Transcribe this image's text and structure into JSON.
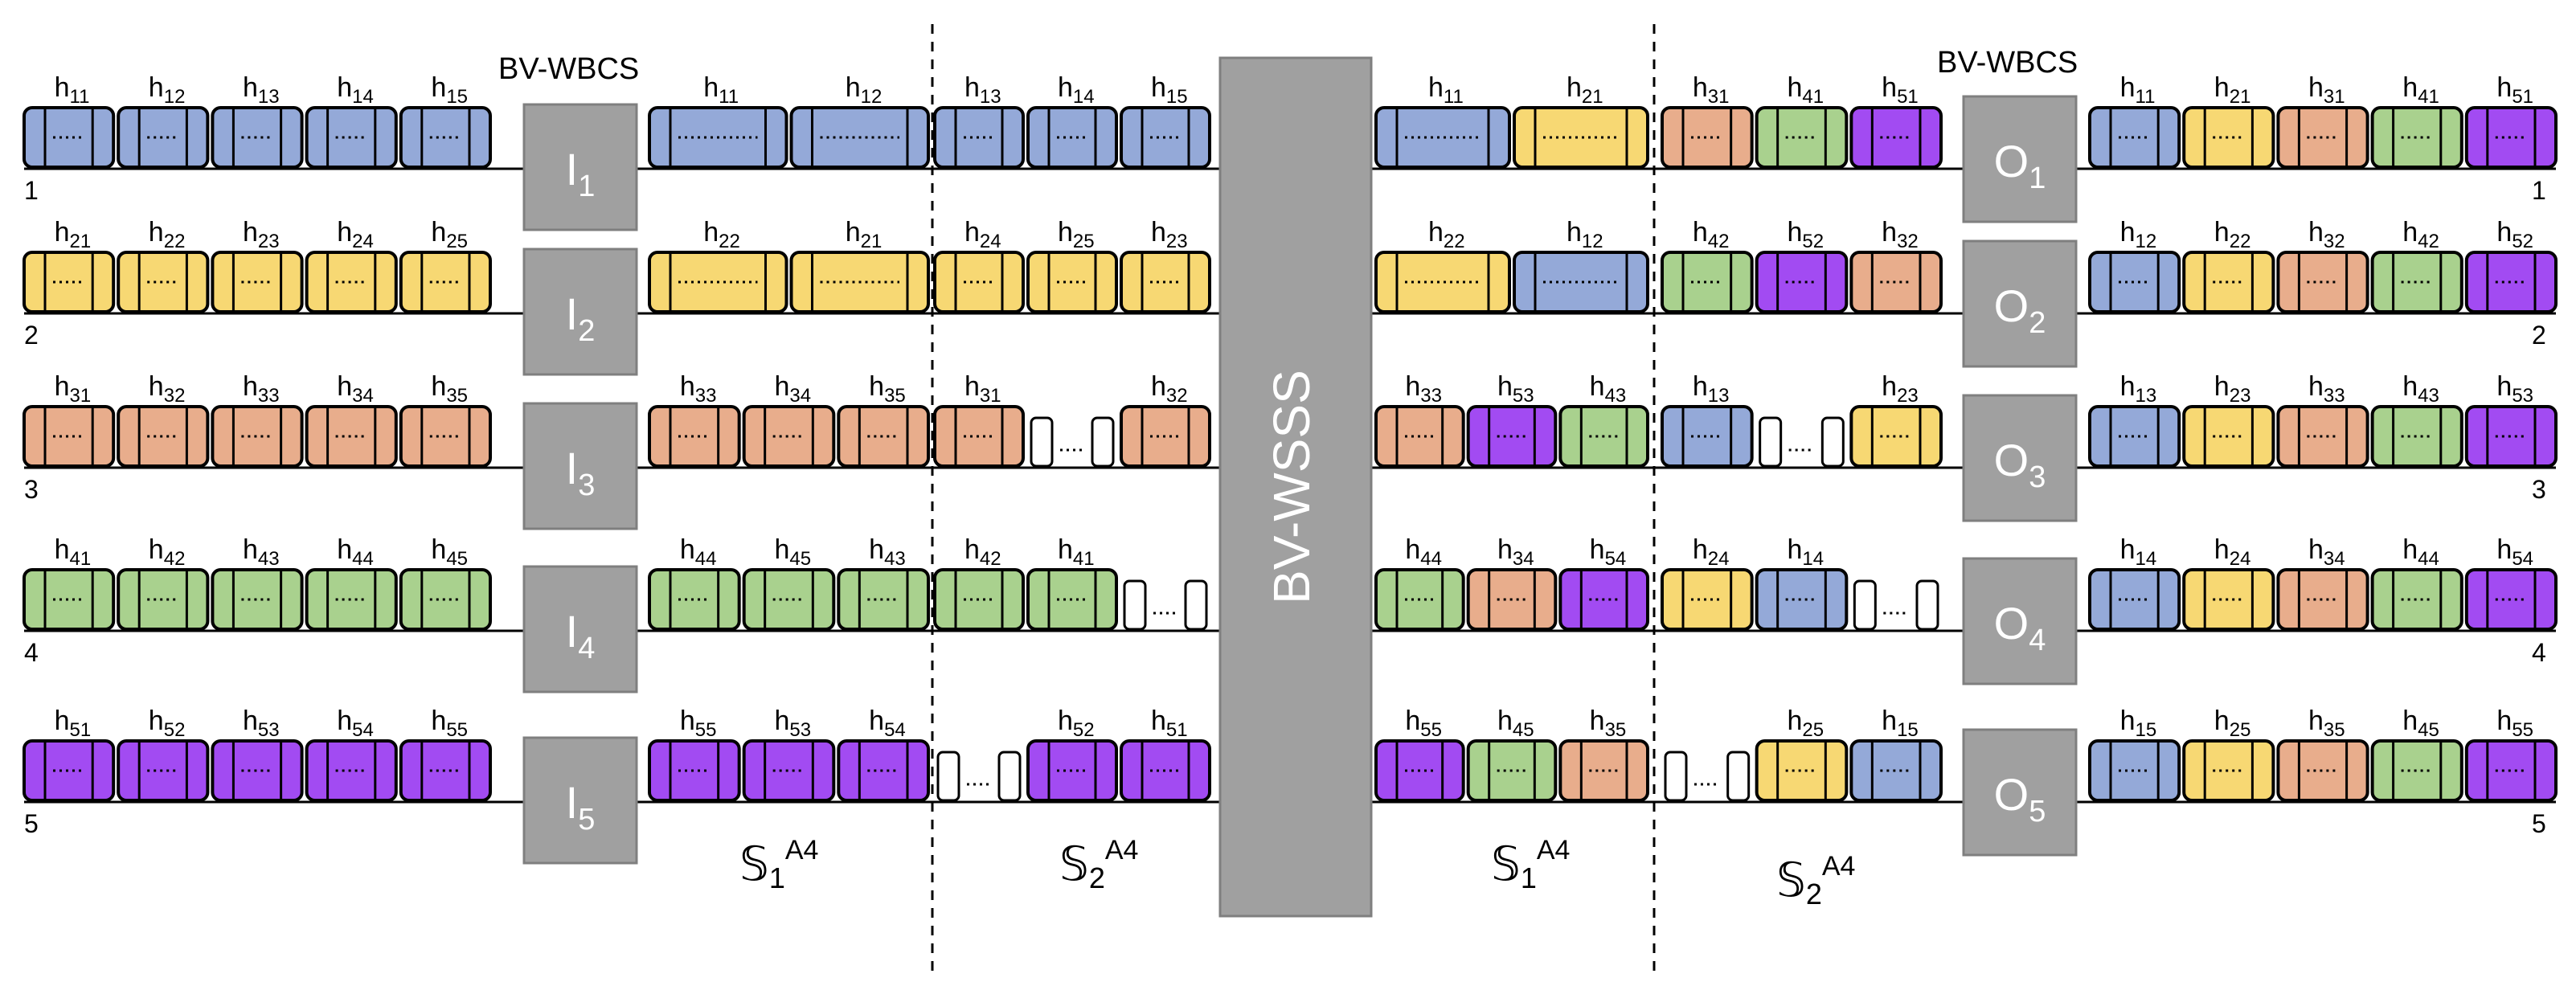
{
  "colors": {
    "blue": "#94a9d8",
    "yellow": "#f7d873",
    "orange": "#e8ad8c",
    "green": "#a9d18e",
    "purple": "#a24bf2",
    "box": "#a0a0a0",
    "empty": "#ffffff"
  },
  "palette_by_row": [
    "blue",
    "yellow",
    "orange",
    "green",
    "purple"
  ],
  "labels": {
    "wbcs_left": "BV-WBCS",
    "wbcs_right": "BV-WBCS",
    "wsss": "BV-WSSS",
    "stage1_left": "𝕊1A4",
    "stage2_left": "𝕊2A4",
    "stage1_right": "𝕊1A4",
    "stage2_right": "𝕊2A4",
    "stage_base": "𝕊",
    "stage_sub_1": "1",
    "stage_sub_2": "2",
    "stage_sup": "A4"
  },
  "input_switches": [
    "I1",
    "I2",
    "I3",
    "I4",
    "I5"
  ],
  "output_switches": [
    "O1",
    "O2",
    "O3",
    "O4",
    "O5"
  ],
  "row_numbers": [
    "1",
    "2",
    "3",
    "4",
    "5"
  ],
  "input_lines": [
    [
      "11",
      "12",
      "13",
      "14",
      "15"
    ],
    [
      "21",
      "22",
      "23",
      "24",
      "25"
    ],
    [
      "31",
      "32",
      "33",
      "34",
      "35"
    ],
    [
      "41",
      "42",
      "43",
      "44",
      "45"
    ],
    [
      "51",
      "52",
      "53",
      "54",
      "55"
    ]
  ],
  "after_input_stage1": [
    [
      "11",
      "12"
    ],
    [
      "22",
      "21"
    ],
    [
      "33",
      "34",
      "35"
    ],
    [
      "44",
      "45",
      "43"
    ],
    [
      "55",
      "53",
      "54"
    ]
  ],
  "after_input_stage2": [
    [
      "13",
      "14",
      "15"
    ],
    [
      "24",
      "25",
      "23"
    ],
    [
      "31",
      "",
      "32"
    ],
    [
      "42",
      "41",
      ""
    ],
    [
      "",
      "52",
      "51"
    ]
  ],
  "after_wsss_stage1": [
    [
      "11",
      "21"
    ],
    [
      "22",
      "12"
    ],
    [
      "33",
      "53",
      "43"
    ],
    [
      "44",
      "34",
      "54"
    ],
    [
      "55",
      "45",
      "35"
    ]
  ],
  "after_wsss_stage2": [
    [
      "31",
      "41",
      "51"
    ],
    [
      "42",
      "52",
      "32"
    ],
    [
      "13",
      "",
      "23"
    ],
    [
      "24",
      "14",
      ""
    ],
    [
      "",
      "25",
      "15"
    ]
  ],
  "output_lines": [
    [
      "11",
      "21",
      "31",
      "41",
      "51"
    ],
    [
      "12",
      "22",
      "32",
      "42",
      "52"
    ],
    [
      "13",
      "23",
      "33",
      "43",
      "53"
    ],
    [
      "14",
      "24",
      "34",
      "44",
      "54"
    ],
    [
      "15",
      "25",
      "35",
      "45",
      "55"
    ]
  ]
}
